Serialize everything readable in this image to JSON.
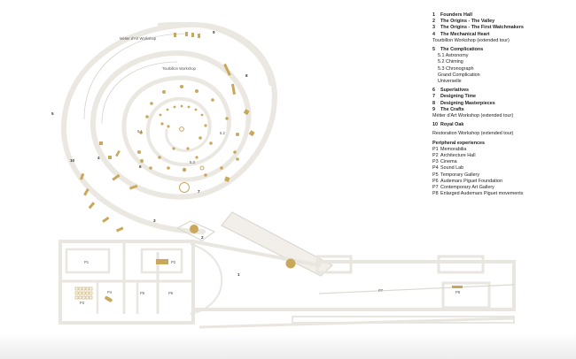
{
  "legend": {
    "main": [
      {
        "num": "1",
        "label": "Founders Hall"
      },
      {
        "num": "2",
        "label": "The Origins - The Valley"
      },
      {
        "num": "3",
        "label": "The Origins - The First Watchmakers"
      },
      {
        "num": "4",
        "label": "The Mechanical Heart"
      }
    ],
    "tourbillon_note": "Tourbillon Workshop (extended tour)",
    "complications": {
      "num": "5",
      "label": "The Complications",
      "subs": [
        "5.1  Astronomy",
        "5.2  Chiming",
        "5.3  Chronograph"
      ],
      "extras": [
        "Grand Complication",
        "Universelle"
      ]
    },
    "rest": [
      {
        "num": "6",
        "label": "Superlatives"
      },
      {
        "num": "7",
        "label": "Designing Time"
      },
      {
        "num": "8",
        "label": "Designing Masterpieces"
      },
      {
        "num": "9",
        "label": "The Crafts"
      }
    ],
    "metiers_note": "Métier d'Art Workshop (extended tour)",
    "royal_oak": {
      "num": "10",
      "label": "Royal Oak"
    },
    "restoration_note": "Restoration Workshop (extended tour)",
    "peripheral_title": "Peripheral experiences",
    "peripheral": [
      {
        "code": "P1",
        "label": "Memorabilia"
      },
      {
        "code": "P2",
        "label": "Architecture Hall"
      },
      {
        "code": "P3",
        "label": "Cinema"
      },
      {
        "code": "P4",
        "label": "Sound Lab"
      },
      {
        "code": "P5",
        "label": "Temporary Gallery"
      },
      {
        "code": "P6",
        "label": "Audemars Piguet Foundation"
      },
      {
        "code": "P7",
        "label": "Contemporary Art Gallery"
      },
      {
        "code": "P8",
        "label": "Enlarged Audemars Piguet movements"
      }
    ]
  },
  "map_labels": {
    "metier_workshop": "Métier d'Art Workshop",
    "tourbillon_workshop": "Tourbillon Workshop",
    "n1": "1",
    "n2": "2",
    "n3": "3",
    "n4": "4",
    "n5": "5",
    "n6": "6",
    "n7": "7",
    "n8": "8",
    "n9": "9",
    "n10": "10",
    "n51": "5.1",
    "n52": "5.2",
    "n53": "5.3",
    "p1": "P1",
    "p2": "P2",
    "p3": "P3",
    "p4": "P4",
    "p5": "P5",
    "p6": "P6",
    "p7": "P7",
    "p8": "P8"
  },
  "colors": {
    "wall": "#ece9e3",
    "wall_stroke": "#d8d4cc",
    "exhibit_gold": "#c9a85c",
    "background": "#ffffff"
  }
}
